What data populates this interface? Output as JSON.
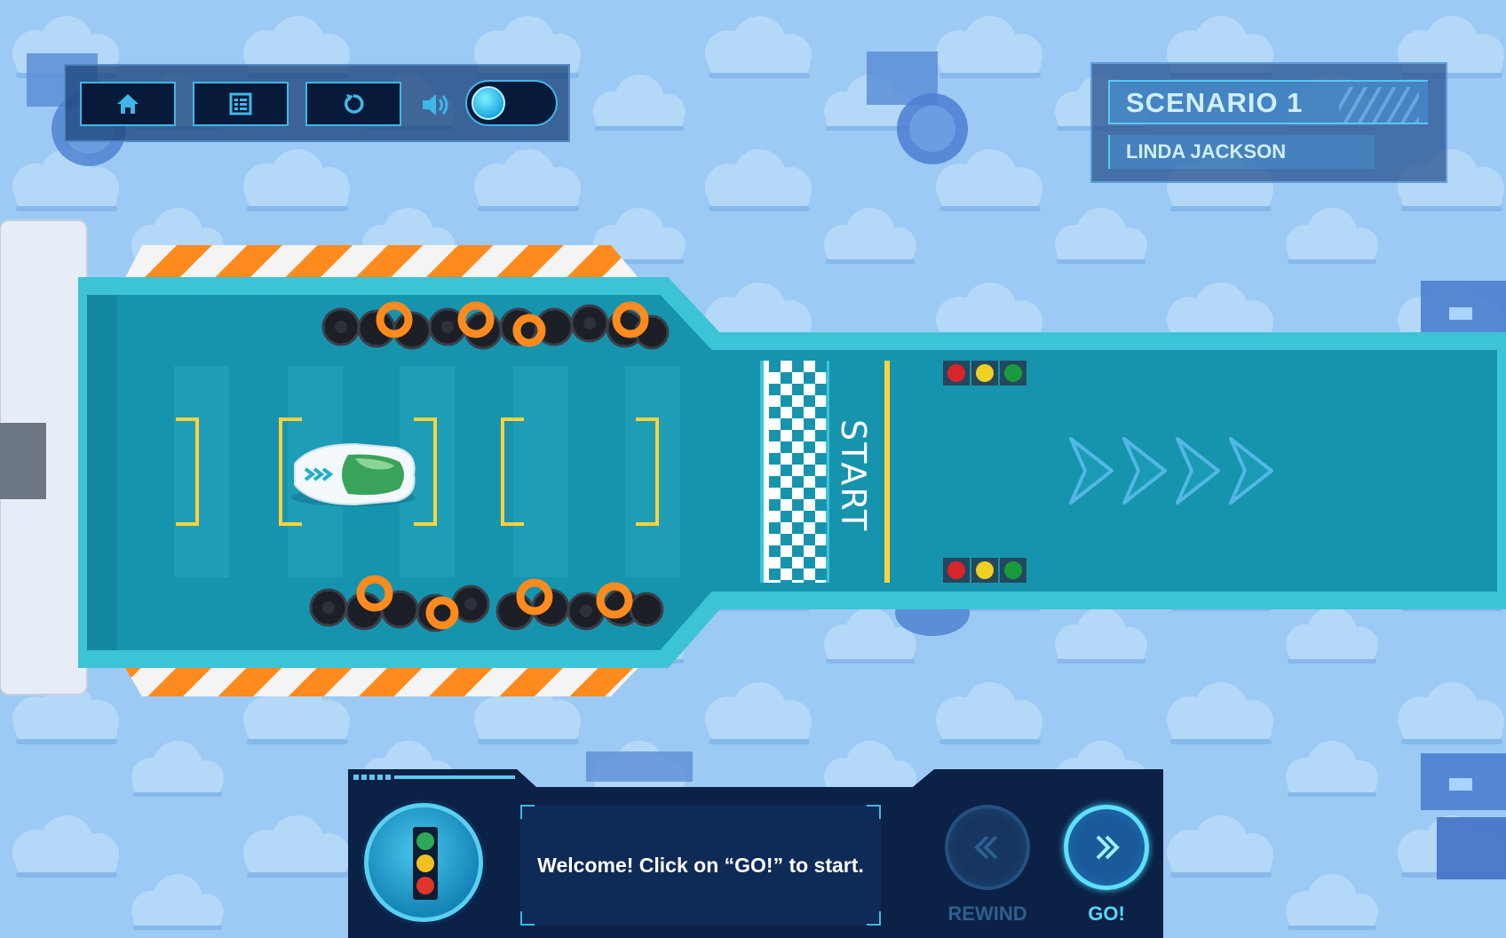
{
  "toolbar": {
    "home_icon": "home-icon",
    "menu_icon": "list-icon",
    "restart_icon": "restart-icon",
    "sound_icon": "speaker-icon",
    "sound_on": true
  },
  "scenario": {
    "title": "SCENARIO 1",
    "player": "LINDA JACKSON"
  },
  "track": {
    "start_label": "START",
    "signal_colors": [
      "#d9252a",
      "#f0d020",
      "#1a9a3c"
    ]
  },
  "bottom_panel": {
    "message": "Welcome! Click on “GO!” to start.",
    "rewind_label": "REWIND",
    "go_label": "GO!"
  },
  "colors": {
    "track": "#1794ad",
    "track_edge": "#3cc4d6",
    "warning_orange": "#ff8a1e",
    "accent": "#3fb8e6"
  }
}
